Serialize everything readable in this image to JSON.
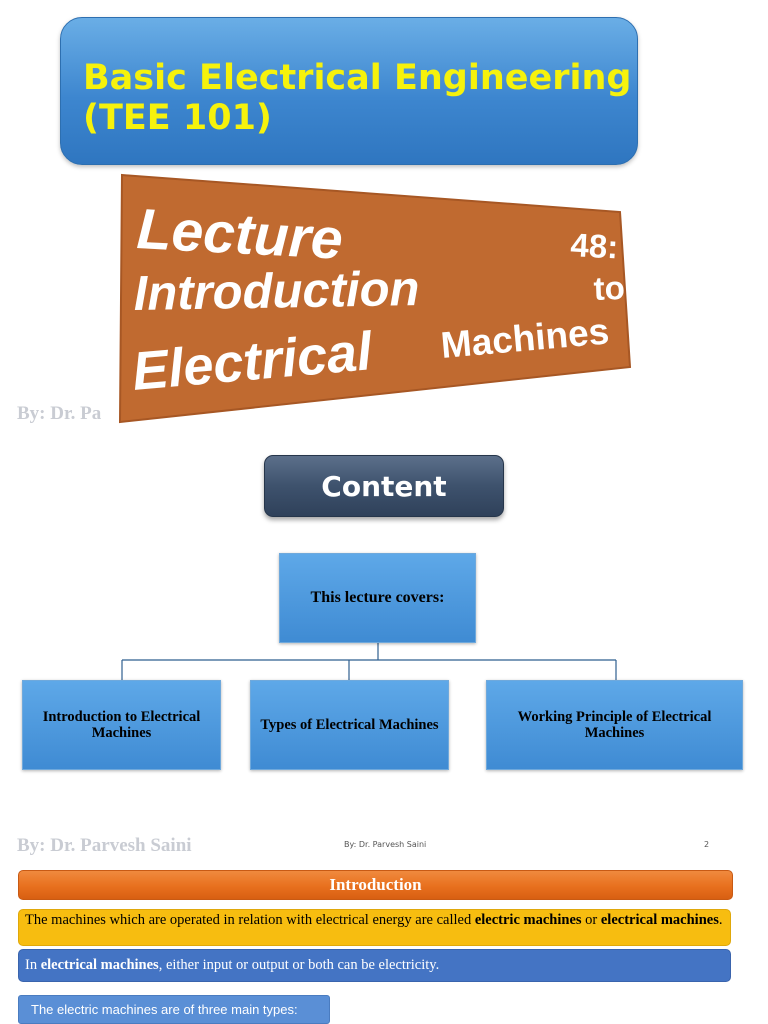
{
  "slide1": {
    "title_line1": "Basic Electrical Engineering",
    "title_line2": "(TEE 101)",
    "lecture_words": [
      "Lecture",
      "48:",
      "Introduction",
      "to",
      "Electrical",
      "Machines"
    ],
    "byline_partial": "By: Dr. Pa"
  },
  "slide2": {
    "heading": "Content",
    "root": "This lecture covers:",
    "children": [
      "Introduction to Electrical Machines",
      "Types of Electrical Machines",
      "Working Principle of Electrical Machines"
    ],
    "byline": "By: Dr. Parvesh Saini",
    "footer_author": "By: Dr. Parvesh Saini",
    "page_number": "2"
  },
  "slide3": {
    "header": "Introduction",
    "para1_start": "The machines which are operated in relation with electrical energy are called ",
    "para1_bold1": "electric machines",
    "para1_mid": " or ",
    "para1_bold2": "electrical machines",
    "para1_end": ".",
    "para2_start": "In ",
    "para2_bold": "electrical machines",
    "para2_end": ", either input or output or both can be electricity.",
    "types_line": "The electric machines are of three main types:"
  },
  "colors": {
    "title_blue": "#3d86cf",
    "title_yellow": "#f6f20c",
    "lecture_brown": "#c06a30",
    "content_navy": "#3e526d",
    "node_blue": "#4f9ade",
    "intro_orange": "#e8701e",
    "highlight_yellow": "#f7bd10",
    "para_blue": "#4474c4"
  }
}
